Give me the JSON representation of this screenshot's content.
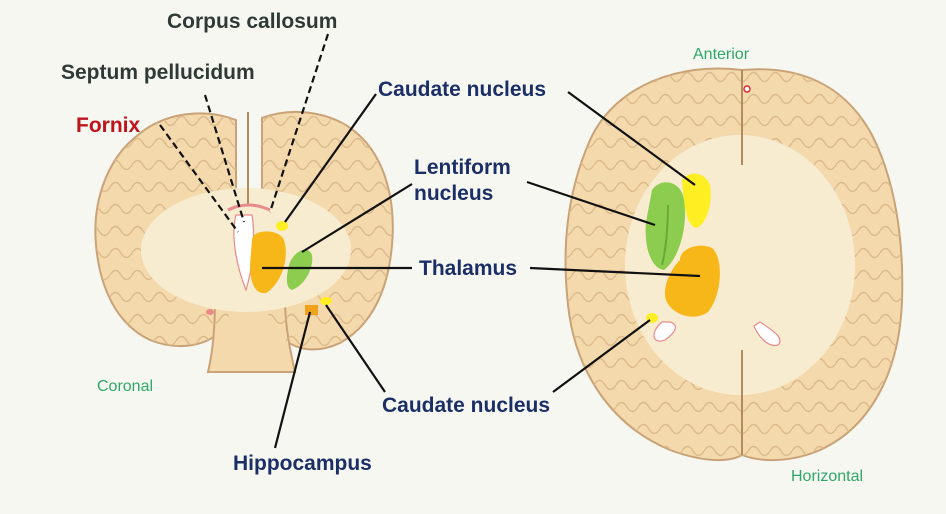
{
  "labels": {
    "corpus_callosum": "Corpus callosum",
    "septum_pellucidum": "Septum pellucidum",
    "fornix": "Fornix",
    "caudate_nucleus_top": "Caudate nucleus",
    "lentiform_line1": "Lentiform",
    "lentiform_line2": "nucleus",
    "thalamus": "Thalamus",
    "caudate_nucleus_bottom": "Caudate nucleus",
    "hippocampus": "Hippocampus"
  },
  "views": {
    "coronal": "Coronal",
    "horizontal": "Horizontal",
    "anterior": "Anterior"
  },
  "colors": {
    "background": "#f7f7f2",
    "brain_tissue": "#f3d9ac",
    "brain_outline": "#c9a377",
    "white_matter": "#f8ecd0",
    "caudate": "#ffee22",
    "lentiform": "#8ccc4e",
    "thalamus": "#f7b719",
    "hippocampus": "#f0a21c",
    "ventricle_edge": "#e88a8a",
    "label_navy": "#1b2f66",
    "label_dark": "#2f3a36",
    "label_red": "#c0141c",
    "view_green": "#2ea868"
  }
}
